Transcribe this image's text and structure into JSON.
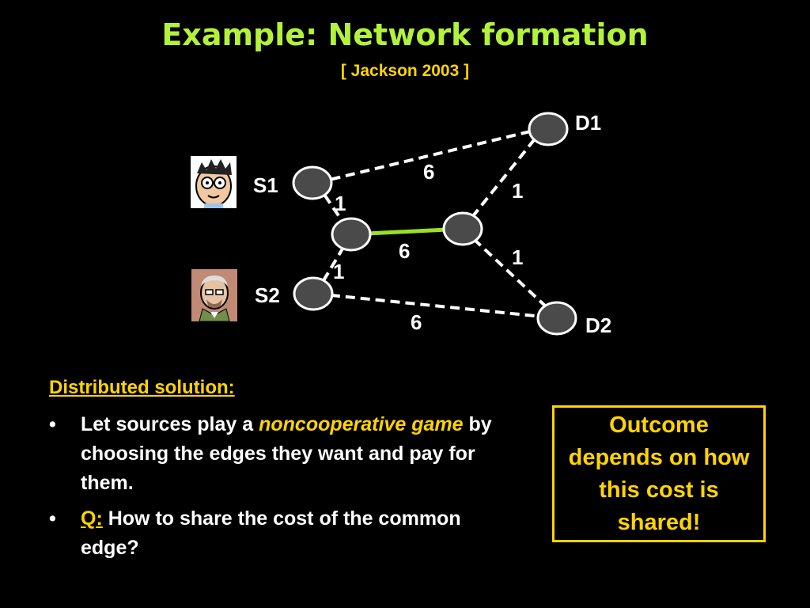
{
  "slide": {
    "title": "Example: Network formation",
    "subtitle": "[ Jackson 2003 ]"
  },
  "graph": {
    "nodes": [
      {
        "id": "S1",
        "label": "S1"
      },
      {
        "id": "J1",
        "label": ""
      },
      {
        "id": "J2",
        "label": ""
      },
      {
        "id": "S2",
        "label": "S2"
      },
      {
        "id": "D1",
        "label": "D1"
      },
      {
        "id": "D2",
        "label": "D2"
      }
    ],
    "edges": [
      {
        "from": "S1",
        "to": "D1",
        "cost": "6",
        "style": "dashed"
      },
      {
        "from": "S1",
        "to": "J1",
        "cost": "1",
        "style": "dashed"
      },
      {
        "from": "J1",
        "to": "J2",
        "cost": "6",
        "style": "solid-highlight"
      },
      {
        "from": "S2",
        "to": "J1",
        "cost": "1",
        "style": "dashed"
      },
      {
        "from": "J2",
        "to": "D1",
        "cost": "1",
        "style": "dashed"
      },
      {
        "from": "J2",
        "to": "D2",
        "cost": "1",
        "style": "dashed"
      },
      {
        "from": "S2",
        "to": "D2",
        "cost": "6",
        "style": "dashed"
      }
    ],
    "colors": {
      "node_fill": "#4a4a4a",
      "node_stroke": "#ffffff",
      "highlight_edge": "#9be024",
      "edge": "#ffffff"
    }
  },
  "text": {
    "heading": "Distributed solution:",
    "bullet1_a": "Let sources play a ",
    "bullet1_em": "noncooperative game",
    "bullet1_b": " by choosing the edges they want and pay for them.",
    "bullet2_q": "Q:",
    "bullet2_rest": " How to share the cost of the common edge?",
    "bullet_marker": "•"
  },
  "callout": {
    "text": "Outcome depends on how this cost is shared!"
  }
}
